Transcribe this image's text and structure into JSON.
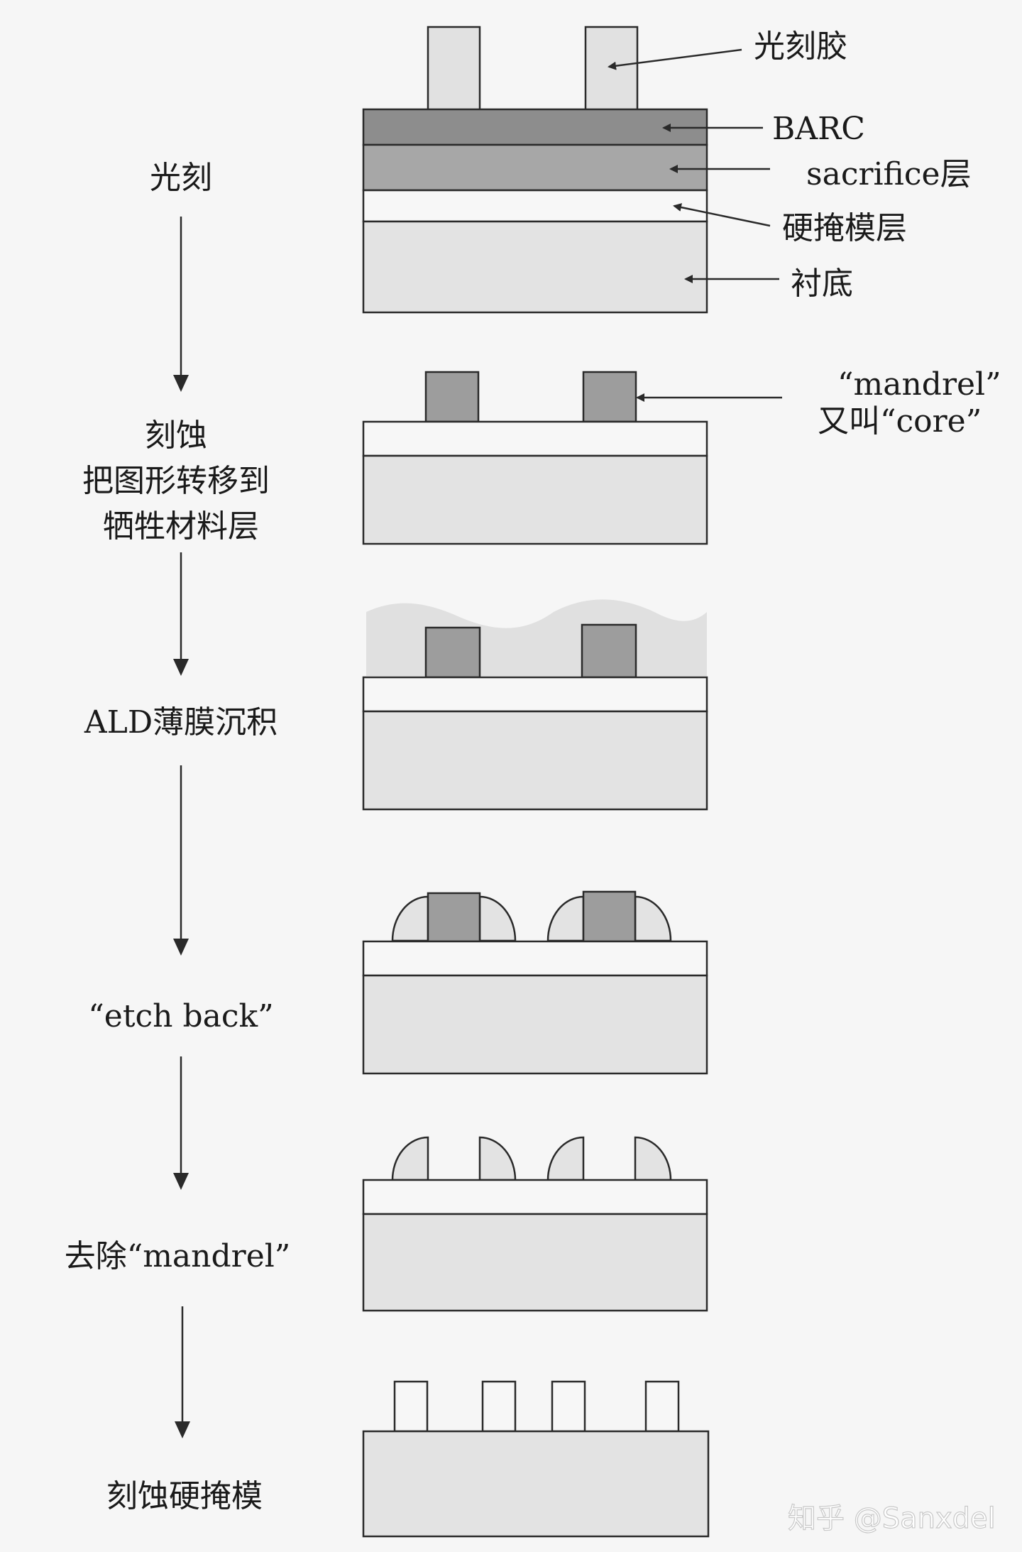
{
  "steps": [
    {
      "label_lines": [
        "光刻"
      ]
    },
    {
      "label_lines": [
        "刻蚀",
        "把图形转移到",
        "牺牲材料层"
      ]
    },
    {
      "label_lines": [
        "ALD薄膜沉积"
      ]
    },
    {
      "label_lines": [
        "“etch back”"
      ]
    },
    {
      "label_lines": [
        "去除“mandrel”"
      ]
    },
    {
      "label_lines": [
        "刻蚀硬掩模"
      ]
    }
  ],
  "callouts": {
    "photoresist": "光刻胶",
    "barc": "BARC",
    "sacrifice": "sacrifice层",
    "hardmask": "硬掩模层",
    "substrate": "衬底",
    "mandrel_line1": "“mandrel”",
    "mandrel_line2": "又叫“core”"
  },
  "watermark": "知乎 @Sanxdel",
  "colors": {
    "background": "#f6f6f6",
    "substrate": "#e3e3e3",
    "hardmask": "#f7f7f7",
    "sacrifice": "#a7a7a7",
    "barc": "#8d8d8d",
    "photoresist": "#e1e1e1",
    "mandrel": "#9d9d9d",
    "ald_film": "#e0e0e0",
    "spacer": "#e3e3e3",
    "outline": "#2a2a2a",
    "text": "#1a1a1a"
  }
}
